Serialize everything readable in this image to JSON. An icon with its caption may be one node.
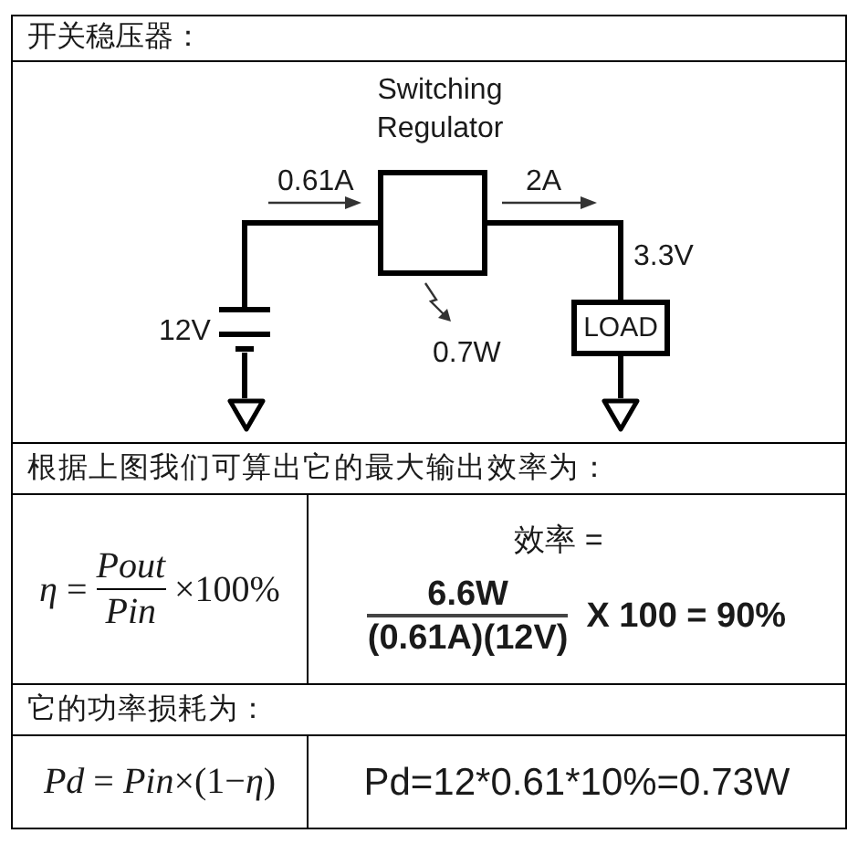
{
  "diagram": {
    "nodes": [
      {
        "text": [
          "Switching Regulator"
        ]
      },
      {
        "text": [
          "LOAD"
        ]
      },
      {
        "text": [],
        "shape": "battery",
        "beside": [
          "12V"
        ]
      },
      {
        "text": [],
        "shape": "ground"
      },
      {
        "text": [],
        "shape": "ground"
      }
    ],
    "edges": [
      {
        "from": 2,
        "to": 0,
        "arrow": "none"
      },
      {
        "from": 0,
        "to": 1,
        "arrow": "none"
      },
      {
        "from": 2,
        "to": 3,
        "arrow": "none"
      },
      {
        "from": 1,
        "to": 4,
        "arrow": "none"
      }
    ],
    "labels": [
      "开关稳压器：",
      "0.61A",
      "2A",
      "3.3V",
      "0.7W",
      "根据上图我们可算出它的最大输出效率为：",
      "*η* =",
      "Pout",
      "Pin",
      "×100%",
      "效率 =",
      "6.6W",
      "(0.61A)(12V)",
      "X 100 = 90%",
      "它的功率损耗为：",
      "*Pd* = *Pin*×(1−*η*)",
      "Pd=12*0.61*10%=0.73W"
    ]
  }
}
